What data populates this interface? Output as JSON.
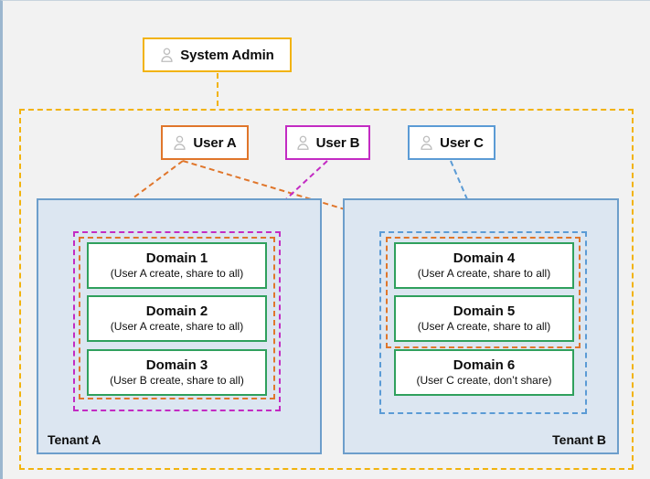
{
  "diagram": {
    "background": "#f2f2f2",
    "admin": {
      "label": "System Admin",
      "icon": "user-icon",
      "color": "#f2b30d"
    },
    "users": [
      {
        "id": "userA",
        "label": "User A",
        "icon": "user-icon",
        "color": "#e0762b"
      },
      {
        "id": "userB",
        "label": "User B",
        "icon": "user-icon",
        "color": "#c32bc3"
      },
      {
        "id": "userC",
        "label": "User C",
        "icon": "user-icon",
        "color": "#5b9bd5"
      }
    ],
    "tenants": [
      {
        "id": "tenantA",
        "label": "Tenant A",
        "color": "#6d9ecb",
        "fill": "#dce6f1"
      },
      {
        "id": "tenantB",
        "label": "Tenant B",
        "color": "#6d9ecb",
        "fill": "#dce6f1"
      }
    ],
    "domains": [
      {
        "id": "dom1",
        "title": "Domain 1",
        "subtitle": "(User A create, share to all)",
        "tenant": "tenantA",
        "color": "#2fa05d"
      },
      {
        "id": "dom2",
        "title": "Domain 2",
        "subtitle": "(User A create, share to all)",
        "tenant": "tenantA",
        "color": "#2fa05d"
      },
      {
        "id": "dom3",
        "title": "Domain 3",
        "subtitle": "(User B create, share to all)",
        "tenant": "tenantA",
        "color": "#2fa05d"
      },
      {
        "id": "dom4",
        "title": "Domain 4",
        "subtitle": "(User A create, share to all)",
        "tenant": "tenantB",
        "color": "#2fa05d"
      },
      {
        "id": "dom5",
        "title": "Domain 5",
        "subtitle": "(User A create, share to all)",
        "tenant": "tenantB",
        "color": "#2fa05d"
      },
      {
        "id": "dom6",
        "title": "Domain 6",
        "subtitle": "(User C create, don’t share)",
        "tenant": "tenantB",
        "color": "#2fa05d"
      }
    ],
    "scopes": [
      {
        "id": "admin-scope",
        "owner": "System Admin",
        "style": "dashed",
        "color": "#f2b30d",
        "covers": "all users and tenants"
      },
      {
        "id": "ringA-magenta",
        "owner": "User B",
        "style": "dashed",
        "color": "#c32bc3",
        "covers": "Domain 1, Domain 2, Domain 3"
      },
      {
        "id": "ringA-orange",
        "owner": "User A",
        "style": "dashed",
        "color": "#e0762b",
        "covers": "Domain 1, Domain 2, Domain 3"
      },
      {
        "id": "ringB-blue",
        "owner": "User C",
        "style": "dashed",
        "color": "#5b9bd5",
        "covers": "Domain 4, Domain 5, Domain 6"
      },
      {
        "id": "ringB-orange",
        "owner": "User A",
        "style": "dashed",
        "color": "#e0762b",
        "covers": "Domain 4, Domain 5"
      }
    ],
    "connectors": [
      {
        "from": "System Admin",
        "to": "admin-scope",
        "color": "#f2b30d"
      },
      {
        "from": "User A",
        "to": "ringA-orange",
        "color": "#e0762b"
      },
      {
        "from": "User A",
        "to": "ringB-orange",
        "color": "#e0762b"
      },
      {
        "from": "User B",
        "to": "ringA-magenta",
        "color": "#c32bc3"
      },
      {
        "from": "User C",
        "to": "ringB-blue",
        "color": "#5b9bd5"
      }
    ]
  }
}
